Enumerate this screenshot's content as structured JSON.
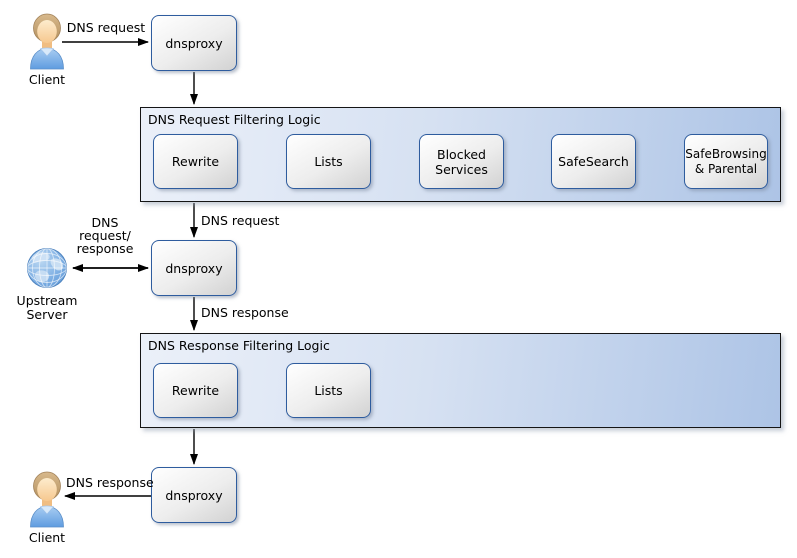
{
  "nodes": {
    "dnsproxy": {
      "label": "dnsproxy"
    },
    "client_top": {
      "label": "Client"
    },
    "client_bottom": {
      "label": "Client"
    },
    "upstream": {
      "label": "Upstream\nServer"
    }
  },
  "groups": {
    "request": {
      "title": "DNS Request Filtering Logic",
      "steps": [
        "Rewrite",
        "Lists",
        "Blocked Services",
        "SafeSearch",
        "SafeBrowsing & Parental"
      ]
    },
    "response": {
      "title": "DNS Response Filtering Logic",
      "steps": [
        "Rewrite",
        "Lists"
      ]
    }
  },
  "edge_labels": {
    "client_request": "DNS request",
    "filtered_request": "DNS request",
    "upstream_exchange": "DNS\nrequest/\nresponse",
    "proxy_response": "DNS response",
    "client_response": "DNS response"
  },
  "icons": {
    "client": "person-icon",
    "upstream": "globe-icon"
  },
  "colors": {
    "node_border": "#2e5c9e",
    "node_fill_top": "#ffffff",
    "node_fill_bottom": "#d2d2d2",
    "group_border": "#151515",
    "group_fill_left": "#ebf0f9",
    "group_fill_right": "#adc4e6",
    "arrow": "#000000",
    "text": "#000000",
    "shirt_blue": "#5f9ce0",
    "globe_blue": "#7fb0e4"
  }
}
